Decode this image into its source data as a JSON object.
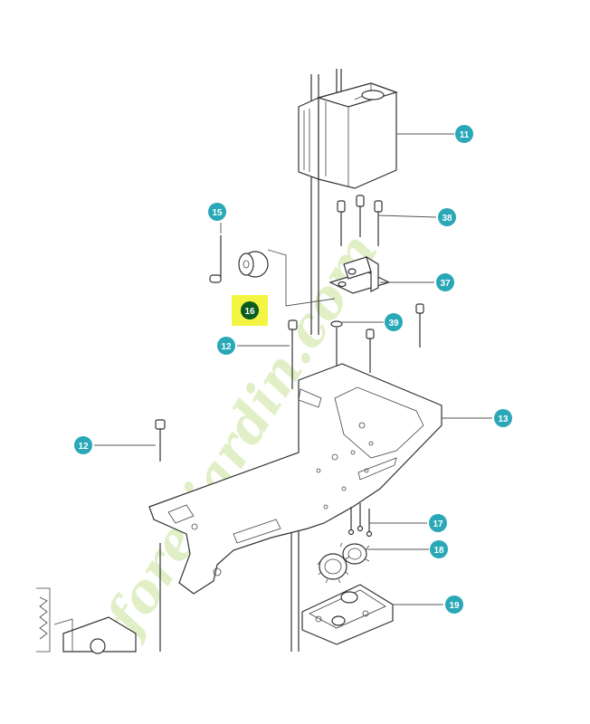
{
  "watermark": {
    "text": "foretjardin.com"
  },
  "colors": {
    "callout": "#2aa8b8",
    "callout_highlight": "#0a5c1f",
    "highlight": "#f3f542",
    "watermark": "#c9e39a"
  },
  "callouts": {
    "c11": "11",
    "c12": "12",
    "c13": "13",
    "c15": "15",
    "c16": "16",
    "c17": "17",
    "c18": "18",
    "c19": "19",
    "c37": "37",
    "c38": "38",
    "c39": "39"
  }
}
